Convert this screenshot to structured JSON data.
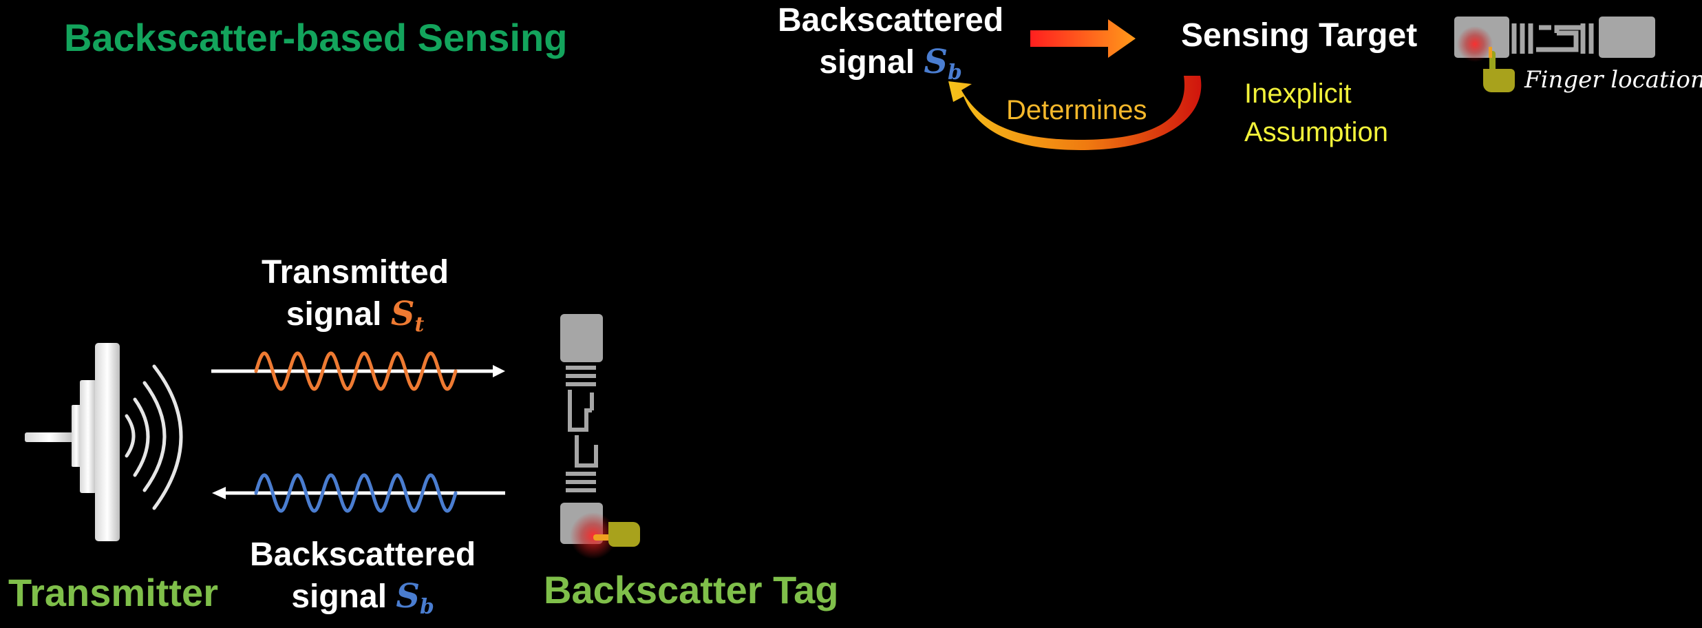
{
  "title": "Backscatter-based Sensing",
  "causality": {
    "left_line1": "Backscattered",
    "left_line2": "signal",
    "left_symbol": "S",
    "left_subscript": "b",
    "right_label": "Sensing Target",
    "curved_arrow_label": "Determines",
    "assumption_line1": "Inexplicit",
    "assumption_line2": "Assumption"
  },
  "inset": {
    "caption": "Finger location",
    "icon": "pointing-hand-icon"
  },
  "diagram": {
    "transmitter_label": "Transmitter",
    "tag_label": "Backscatter Tag",
    "transmitted_line1": "Transmitted",
    "transmitted_line2": "signal",
    "transmitted_symbol": "S",
    "transmitted_subscript": "t",
    "backscattered_line1": "Backscattered",
    "backscattered_line2": "signal",
    "backscattered_symbol": "S",
    "backscattered_subscript": "b"
  },
  "colors": {
    "title_green": "#13a45c",
    "label_green": "#7fbf4a",
    "transmitted_wave": "#ee7a32",
    "backscattered_wave": "#4a7dd0",
    "assumption_yellow": "#f2f23a",
    "determines_orange": "#f5b82b"
  }
}
